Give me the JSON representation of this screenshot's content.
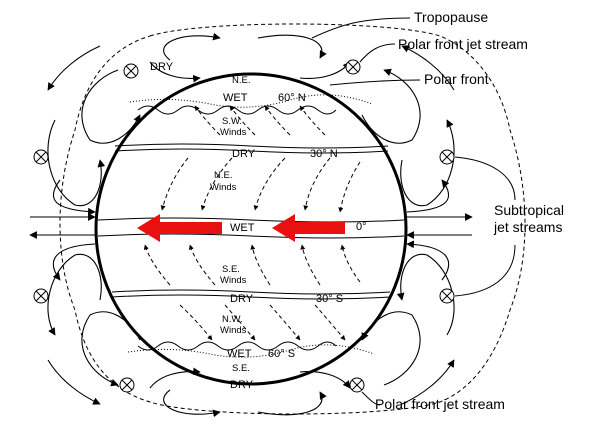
{
  "labels": {
    "tropopause": "Tropopause",
    "polar_jet_top": "Polar front jet stream",
    "polar_front": "Polar front",
    "subtropical_1": "Subtropical",
    "subtropical_2": "jet streams",
    "polar_jet_bottom": "Polar front jet stream"
  },
  "bands": {
    "dry_top": "DRY",
    "dry_30n": "DRY",
    "wet_eq": "WET",
    "dry_30s": "DRY",
    "wet_60s": "WET",
    "dry_bottom": "DRY",
    "wet_60n": "WET"
  },
  "latitudes": {
    "n60": "60° N",
    "n30": "30° N",
    "eq": "0°",
    "s30": "30° S",
    "s60": "60° S"
  },
  "winds": {
    "ne_top": "N.E.",
    "sw_1": "S.W.",
    "sw_2": "Winds",
    "ne_1": "N.E.",
    "ne_2": "Winds",
    "se_1": "S.E.",
    "se_2": "Winds",
    "nw_1": "N.W.",
    "nw_2": "Winds",
    "se_bottom": "S.E."
  },
  "colors": {
    "ink": "#000000",
    "equatorial_arrow": "#e8110f"
  }
}
